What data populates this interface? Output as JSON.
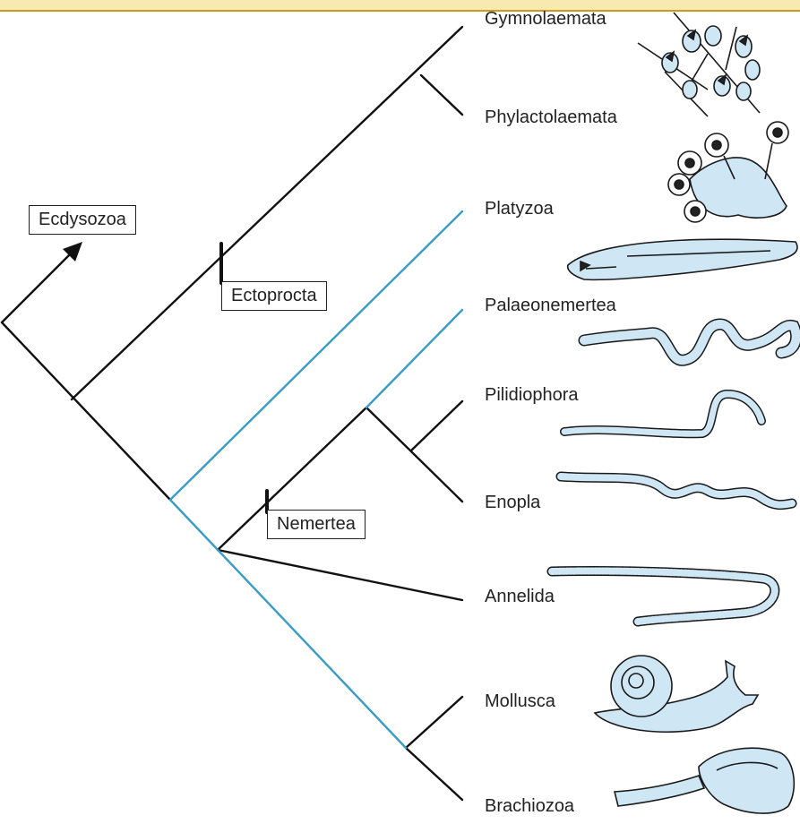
{
  "taxa": {
    "gymnolaemata": "Gymnolaemata",
    "phylactolaemata": "Phylactolaemata",
    "platyzoa": "Platyzoa",
    "palaeonemertea": "Palaeonemertea",
    "pilidiophora": "Pilidiophora",
    "enopla": "Enopla",
    "annelida": "Annelida",
    "mollusca": "Mollusca",
    "brachiozoa": "Brachiozoa"
  },
  "clade_labels": {
    "ecdysozoa": "Ecdysozoa",
    "ectoprocta": "Ectoprocta",
    "nemertea": "Nemertea"
  },
  "colors": {
    "branch": "#111111",
    "highlight_branch": "#3a9cc4",
    "illustration_fill": "#cfe6f5",
    "illustration_stroke": "#1a1a1a",
    "top_band": "#f7e9b0"
  }
}
